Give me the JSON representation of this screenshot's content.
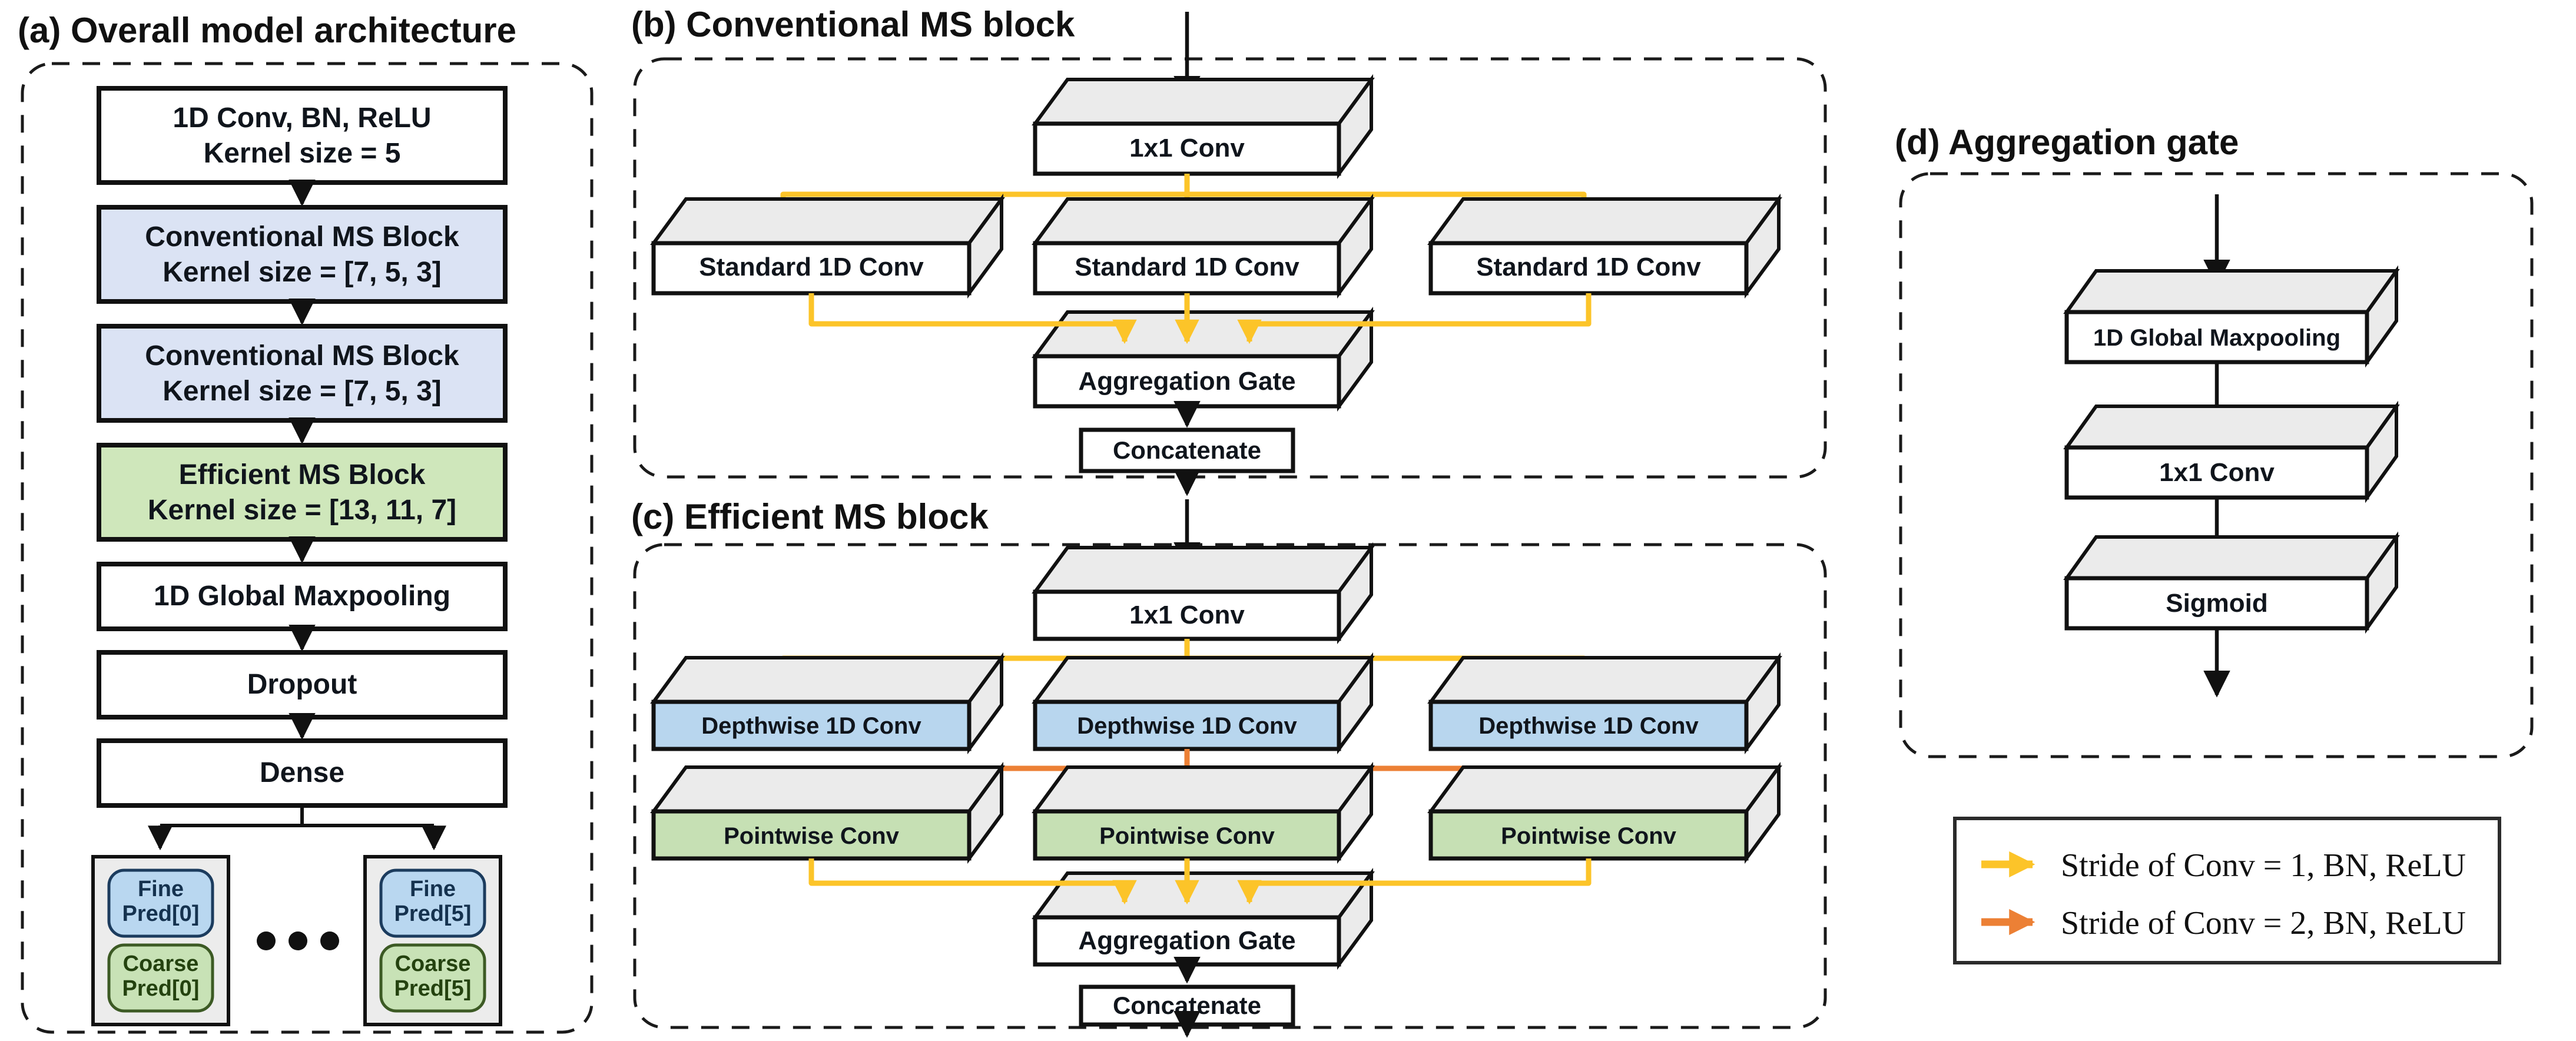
{
  "figure": {
    "panel_a": {
      "title": "(a) Overall model architecture",
      "boxes": [
        {
          "line1": "1D Conv, BN, ReLU",
          "line2": "Kernel size = 5"
        },
        {
          "line1": "Conventional MS Block",
          "line2": "Kernel size = [7, 5, 3]"
        },
        {
          "line1": "Conventional MS Block",
          "line2": "Kernel size = [7, 5, 3]"
        },
        {
          "line1": "Efficient MS Block",
          "line2": "Kernel size = [13, 11, 7]"
        },
        {
          "line1": "1D Global Maxpooling"
        },
        {
          "line1": "Dropout"
        },
        {
          "line1": "Dense"
        }
      ],
      "outputs": {
        "left": {
          "fine_l1": "Fine",
          "fine_l2": "Pred[0]",
          "coarse_l1": "Coarse",
          "coarse_l2": "Pred[0]"
        },
        "right": {
          "fine_l1": "Fine",
          "fine_l2": "Pred[5]",
          "coarse_l1": "Coarse",
          "coarse_l2": "Pred[5]"
        }
      }
    },
    "panel_b": {
      "title": "(b) Conventional MS block",
      "input_conv": "1x1 Conv",
      "branches": [
        "Standard 1D Conv",
        "Standard 1D Conv",
        "Standard 1D Conv"
      ],
      "gate": "Aggregation Gate",
      "concat": "Concatenate"
    },
    "panel_c": {
      "title": "(c) Efficient MS block",
      "input_conv": "1x1 Conv",
      "depthwise": [
        "Depthwise 1D Conv",
        "Depthwise 1D Conv",
        "Depthwise 1D Conv"
      ],
      "pointwise": [
        "Pointwise Conv",
        "Pointwise Conv",
        "Pointwise Conv"
      ],
      "gate": "Aggregation Gate",
      "concat": "Concatenate"
    },
    "panel_d": {
      "title": "(d) Aggregation gate",
      "steps": [
        "1D Global Maxpooling",
        "1x1 Conv",
        "Sigmoid"
      ]
    },
    "legend": {
      "items": [
        {
          "label": "Stride of Conv = 1, BN, ReLU",
          "color": "#fcc429"
        },
        {
          "label": "Stride of Conv = 2, BN, ReLU",
          "color": "#ec8035"
        }
      ]
    },
    "colors": {
      "yellow_arrow": "#fcc429",
      "orange_arrow": "#ec8035",
      "conventional_block_fill": "#dbe3f4",
      "efficient_block_fill": "#cfe7bb",
      "depthwise_fill": "#b8d6ee",
      "pointwise_fill": "#c6e0b4",
      "fine_pred_fill": "#b9d7f0",
      "coarse_pred_fill": "#c8e2b6",
      "slab_top_fill": "#ebebeb"
    }
  }
}
